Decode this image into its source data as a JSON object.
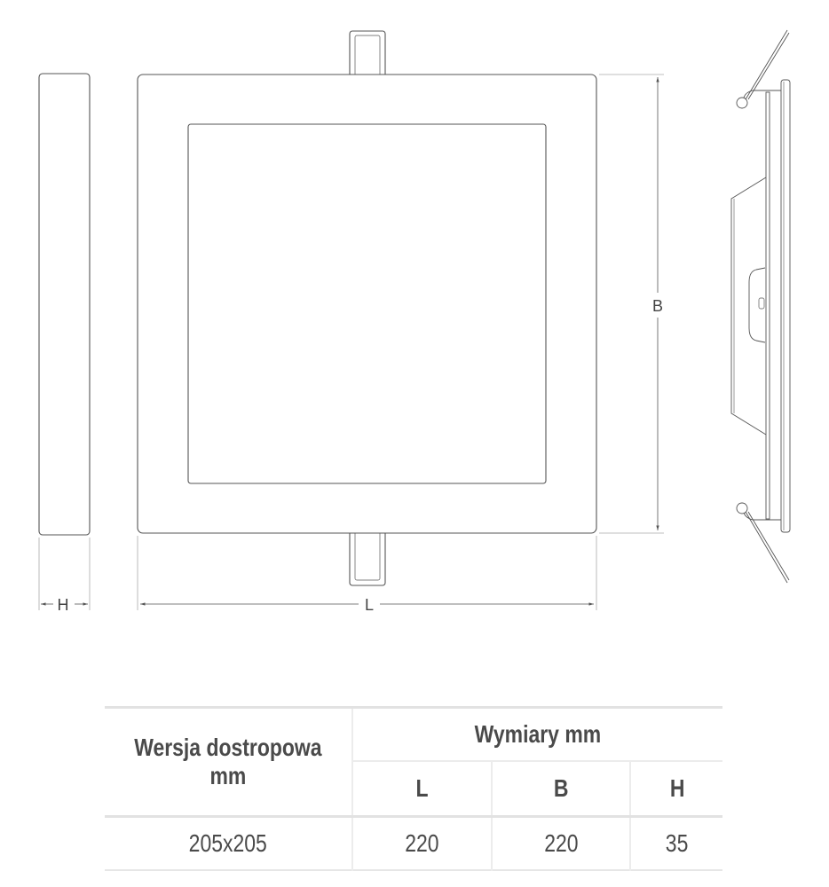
{
  "drawing": {
    "dim_labels": {
      "H": "H",
      "L": "L",
      "B": "B"
    },
    "line_color": "#555555"
  },
  "table": {
    "col1_header_line1": "Wersja dostropowa",
    "col1_header_line2": "mm",
    "group_header": "Wymiary mm",
    "sub_headers": [
      "L",
      "B",
      "H"
    ],
    "rows": [
      {
        "version": "205x205",
        "L": "220",
        "B": "220",
        "H": "35"
      }
    ]
  }
}
